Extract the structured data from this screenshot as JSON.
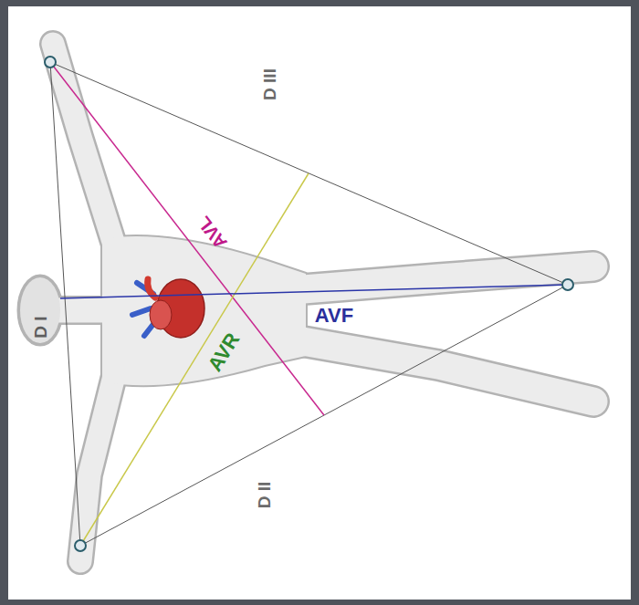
{
  "diagram": {
    "labels": [
      "D III",
      "AVL",
      "D I",
      "AVF",
      "AVR",
      "D II"
    ]
  }
}
